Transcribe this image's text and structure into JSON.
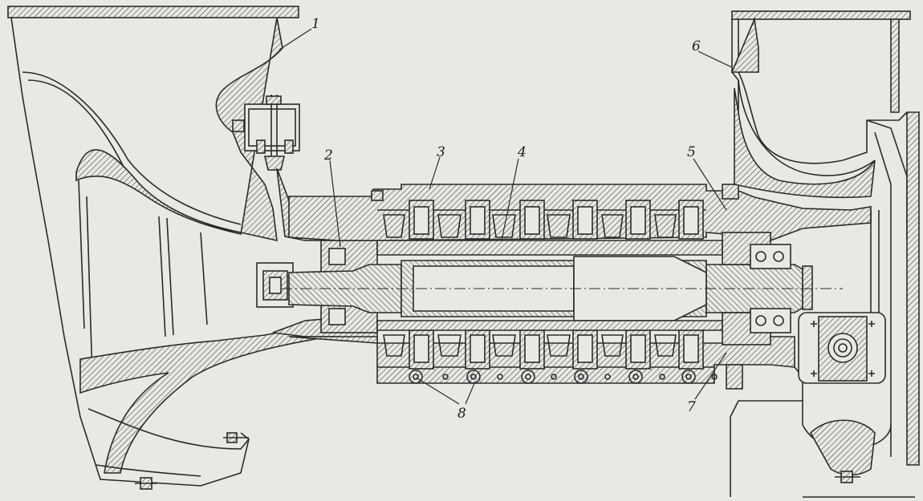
{
  "callouts": [
    {
      "id": "1",
      "text": "1"
    },
    {
      "id": "2",
      "text": "2"
    },
    {
      "id": "3",
      "text": "3"
    },
    {
      "id": "4",
      "text": "4"
    },
    {
      "id": "5",
      "text": "5"
    },
    {
      "id": "6",
      "text": "6"
    },
    {
      "id": "7",
      "text": "7"
    },
    {
      "id": "8",
      "text": "8"
    }
  ],
  "colors": {
    "paper": "#e9e8e4",
    "ink": "#2a2a2a",
    "hatch": "#3a3a3a"
  }
}
